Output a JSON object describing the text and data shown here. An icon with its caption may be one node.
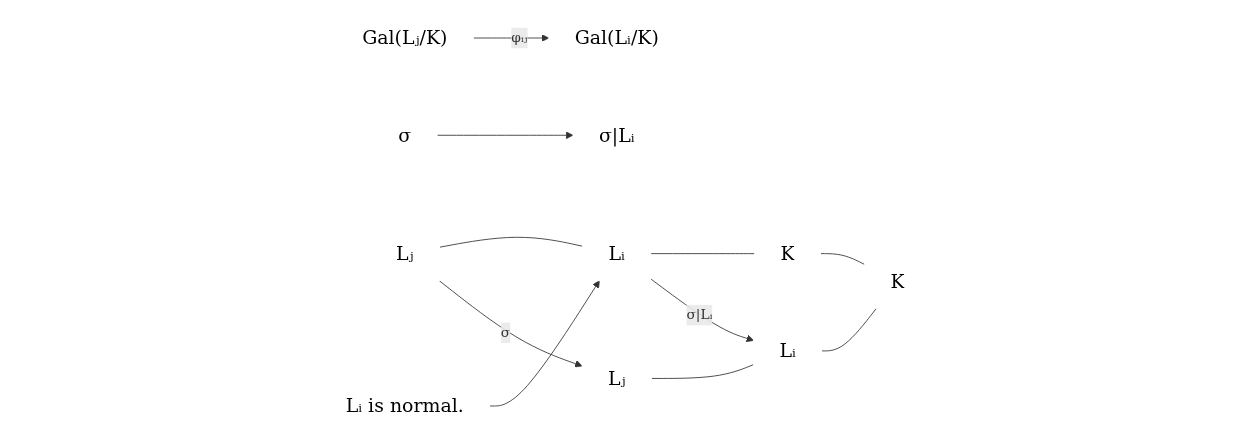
{
  "diagram": {
    "nodes": [
      {
        "text": [
          "Gal(Lⱼ/K)"
        ]
      },
      {
        "text": [
          "Gal(Lᵢ/K)"
        ]
      },
      {
        "text": [
          "σ"
        ]
      },
      {
        "text": [
          "σ|Lᵢ"
        ]
      },
      {
        "text": [
          "Lⱼ"
        ]
      },
      {
        "text": [
          "Lᵢ"
        ]
      },
      {
        "text": [
          "K"
        ]
      },
      {
        "text": [
          "Lⱼ"
        ]
      },
      {
        "text": [
          "Lᵢ"
        ]
      },
      {
        "text": [
          "K"
        ]
      },
      {
        "text": [
          "Lᵢ is normal."
        ]
      }
    ],
    "edges": [
      {
        "from": 0,
        "to": 1,
        "arrow": "to",
        "label": "φᵢⱼ"
      },
      {
        "from": 2,
        "to": 3,
        "arrow": "to"
      },
      {
        "from": 4,
        "to": 5,
        "arrow": "none"
      },
      {
        "from": 5,
        "to": 6,
        "arrow": "none"
      },
      {
        "from": 4,
        "to": 7,
        "arrow": "to",
        "label": "σ"
      },
      {
        "from": 5,
        "to": 8,
        "arrow": "to",
        "label": "σ|Lᵢ"
      },
      {
        "from": 7,
        "to": 8,
        "arrow": "none"
      },
      {
        "from": 8,
        "to": 9,
        "arrow": "none"
      },
      {
        "from": 6,
        "to": 9,
        "arrow": "none"
      },
      {
        "from": 10,
        "to": 5,
        "arrow": "to"
      }
    ]
  }
}
